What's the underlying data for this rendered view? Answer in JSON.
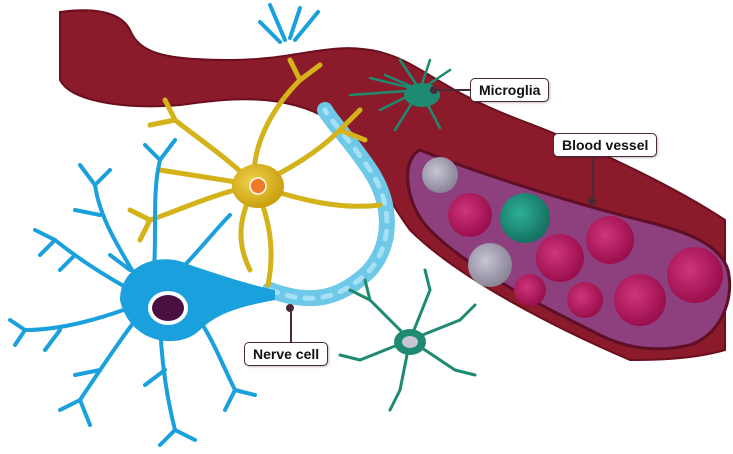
{
  "labels": {
    "microglia": "Microglia",
    "blood_vessel": "Blood vessel",
    "nerve_cell": "Nerve cell"
  },
  "colors": {
    "vessel_wall": "#8b1a2b",
    "vessel_inner": "#8e3f7e",
    "red_blood_cell": "#b0185e",
    "white_blood_cell": "#1e8e7a",
    "platelet_grey": "#9a96a8",
    "nerve_cell_blue": "#1aa0dc",
    "astrocyte_yellow": "#d4b21a",
    "microglia_green": "#1e8a72",
    "capillary_light_blue": "#6ec8e8",
    "label_border": "#4a2a3a"
  },
  "icons": [
    "nerve-cell-icon",
    "astrocyte-icon",
    "microglia-icon",
    "blood-vessel-icon"
  ]
}
